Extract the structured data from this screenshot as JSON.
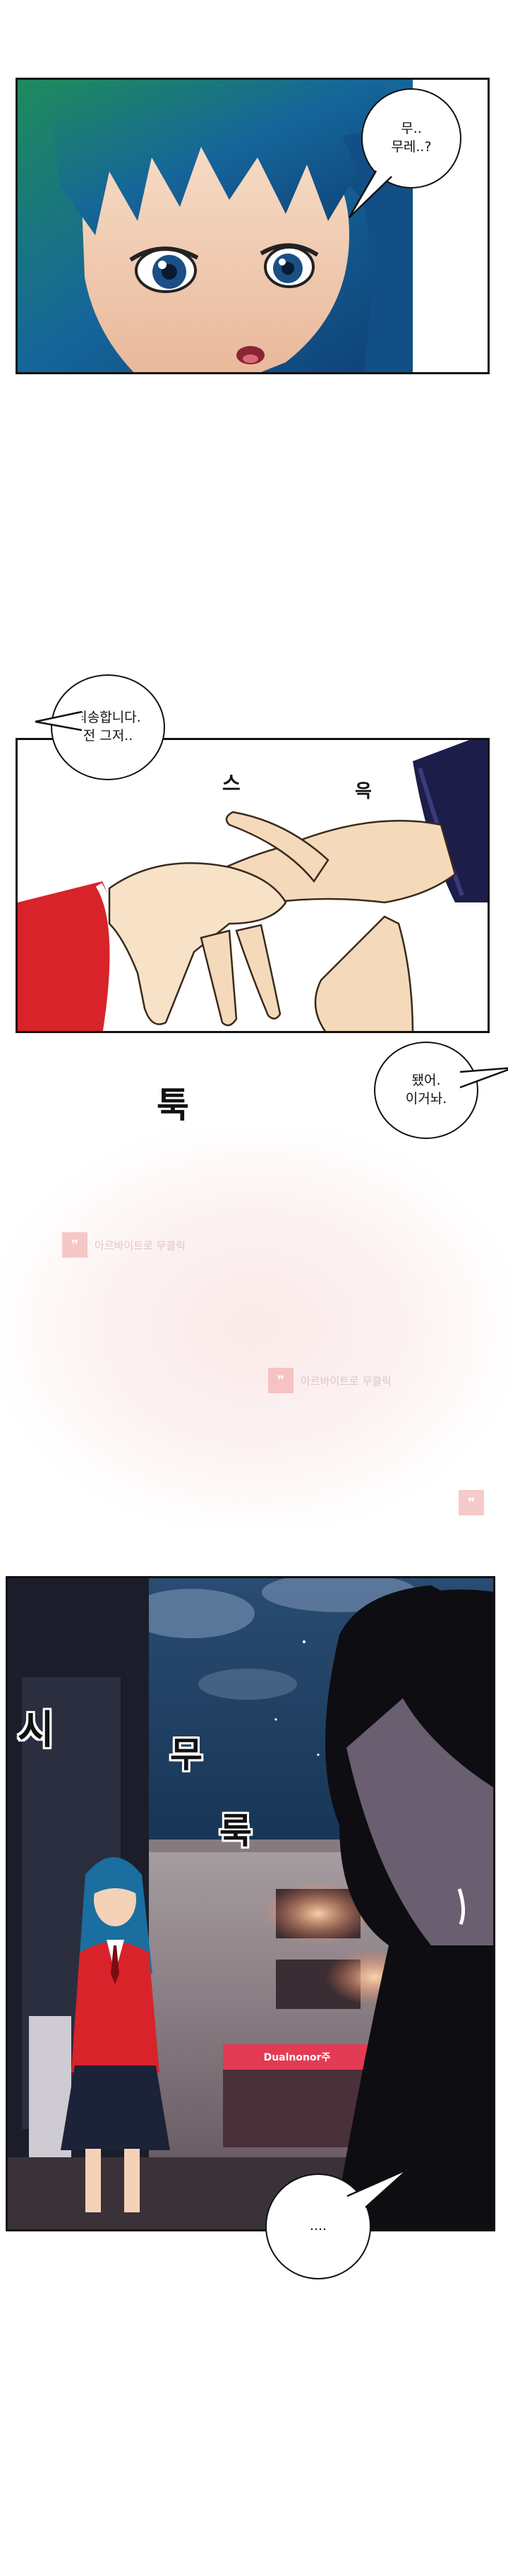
{
  "panel1": {
    "bubble_text": "무..\n무레..?"
  },
  "panel2": {
    "bubble_text": "죄송합니다.\n전 그저..",
    "sfx_1": "스",
    "sfx_2": "윽"
  },
  "gap": {
    "sfx": "툭",
    "bubble_text": "됐어.\n이거놔.",
    "watermark_text": "아르바이트로 무클릭"
  },
  "panel3": {
    "sfx_1": "시",
    "sfx_2": "무",
    "sfx_3": "룩",
    "sign_text": "Dualnonor주",
    "bubble_text": "...."
  },
  "colors": {
    "hair": "#1a6fa0",
    "jacket": "#d8232a",
    "night_sky": "#0f2440",
    "skin": "#f3d2b8"
  }
}
